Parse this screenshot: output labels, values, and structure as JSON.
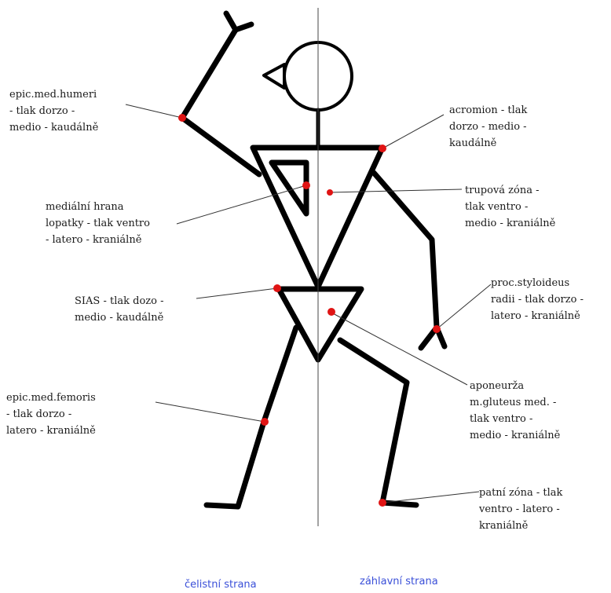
{
  "colors": {
    "stroke": "#000000",
    "point": "#e01414",
    "leader": "#333333",
    "side_text": "#3a4fd8"
  },
  "labels": {
    "epic_humeri": [
      "epic.med.humeri",
      "- tlak dorzo -",
      "medio - kaudálně"
    ],
    "acromion": [
      "acromion - tlak",
      "dorzo - medio -",
      "kaudálně"
    ],
    "medialni_hrana": [
      "mediální hrana",
      "lopatky - tlak ventro",
      "- latero - kraniálně"
    ],
    "trupova_zona": [
      "trupová zóna -",
      "tlak ventro -",
      "medio - kraniálně"
    ],
    "sias": [
      "SIAS - tlak dozo -",
      "medio - kaudálně"
    ],
    "proc_styloideus": [
      "proc.styloideus",
      "radii - tlak dorzo -",
      "latero - kraniálně"
    ],
    "aponeurza": [
      "aponeurža",
      "m.gluteus med. -",
      "tlak ventro -",
      "medio - kraniálně"
    ],
    "epic_femoris": [
      "epic.med.femoris",
      "- tlak dorzo -",
      "latero - kraniálně"
    ],
    "patni_zona": [
      "patní zóna - tlak",
      "ventro - latero -",
      "kraniálně"
    ]
  },
  "sides": {
    "front": "čelistní strana",
    "back": "záhlavní strana"
  }
}
